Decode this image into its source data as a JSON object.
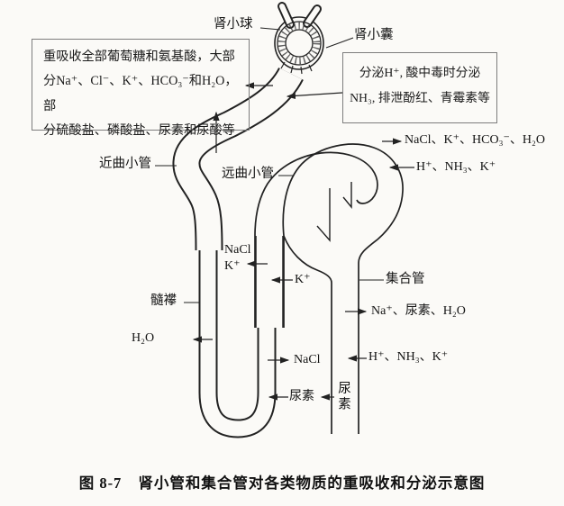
{
  "labels": {
    "glomerulus": "肾小球",
    "bowman_capsule": "肾小囊",
    "proximal_tubule": "近曲小管",
    "distal_tubule": "远曲小管",
    "medullary_loop": "髓襻",
    "collecting_duct": "集合管"
  },
  "boxes": {
    "reabsorption": {
      "line1": "重吸收全部葡萄糖和氨基酸，大部",
      "line2": "分Na⁺、Cl⁻、K⁺、HCO₃⁻和H₂O，部",
      "line3": "分硫酸盐、磷酸盐、尿素和尿酸等"
    },
    "secretion": {
      "line1": "分泌H⁺, 酸中毒时分泌",
      "line2": "NH₃, 排泄酚红、青霉素等"
    }
  },
  "transport": {
    "distal_out": "NaCl、K⁺、HCO₃⁻、H₂O",
    "distal_in": "H⁺、NH₃、K⁺",
    "thick_ascending_out_nacl": "NaCl",
    "thick_ascending_out_k": "K⁺",
    "k_secretion": "K⁺",
    "duct_label_out": "Na⁺、尿素、H₂O",
    "duct_label_in": "H⁺、NH₃、K⁺",
    "water_out": "H₂O",
    "nacl_out_loop": "NaCl",
    "urea_in_loop": "尿素",
    "urea_in_duct": "尿素"
  },
  "figure": {
    "caption_prefix": "图 8-7",
    "caption_title": "肾小管和集合管对各类物质的重吸收和分泌示意图"
  },
  "colors": {
    "line": "#222222",
    "box_border": "#7d7d7d",
    "background": "#fbfaf7"
  }
}
